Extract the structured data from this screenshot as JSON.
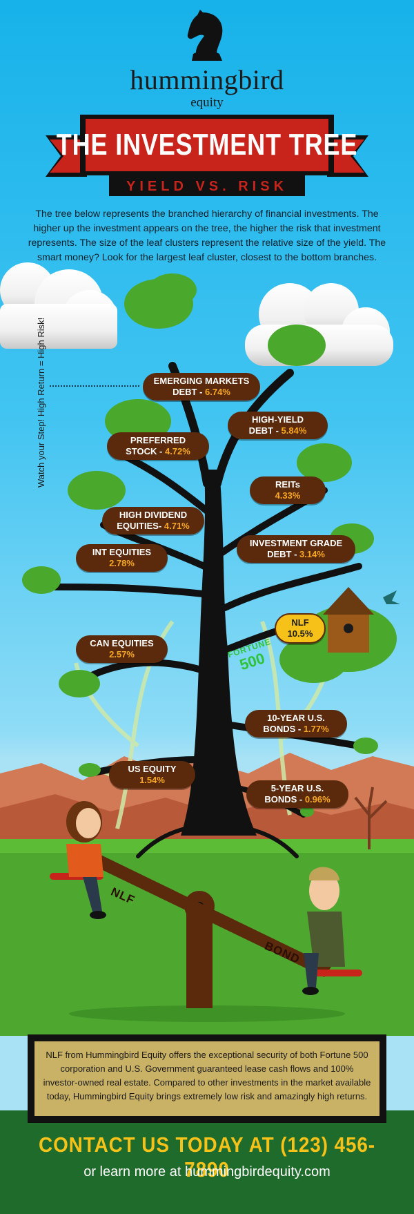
{
  "brand": {
    "name": "hummingbird",
    "sub": "equity",
    "logo": "knight-chess-icon"
  },
  "title": {
    "main": "THE INVESTMENT TREE",
    "subtitle": "YIELD VS. RISK"
  },
  "intro": "The tree below represents the branched hierarchy of financial investments. The higher up the investment appears on the tree, the higher the risk that investment represents. The size of the leaf clusters represent the relative size of the yield. The smart money? Look for the largest leaf cluster, closest to the bottom branches.",
  "side_note": "Watch your Step! High Return = High Risk!",
  "investments": [
    {
      "name": "EMERGING MARKETS",
      "name2": "DEBT - ",
      "yield": "6.74%"
    },
    {
      "name": "HIGH-YIELD",
      "name2": "DEBT - ",
      "yield": "5.84%"
    },
    {
      "name": "PREFERRED",
      "name2": "STOCK - ",
      "yield": "4.72%"
    },
    {
      "name": "REITs",
      "name2": "",
      "yield": "4.33%"
    },
    {
      "name": "HIGH DIVIDEND",
      "name2": "EQUITIES- ",
      "yield": "4.71%"
    },
    {
      "name": "INVESTMENT GRADE",
      "name2": "DEBT - ",
      "yield": "3.14%"
    },
    {
      "name": "INT EQUITIES",
      "name2": "",
      "yield": "2.78%"
    },
    {
      "name": "NLF",
      "name2": "",
      "yield": "10.5%"
    },
    {
      "name": "CAN EQUITIES",
      "name2": "",
      "yield": "2.57%"
    },
    {
      "name": "10-YEAR U.S.",
      "name2": "BONDS - ",
      "yield": "1.77%"
    },
    {
      "name": "US EQUITY",
      "name2": "",
      "yield": "1.54%"
    },
    {
      "name": "5-YEAR U.S.",
      "name2": "BONDS - ",
      "yield": "0.96%"
    }
  ],
  "fortune": {
    "line1": "FORTUNE",
    "line2": "500"
  },
  "seesaw": {
    "left": "NLF",
    "right": "BOND"
  },
  "info": "NLF from Hummingbird Equity offers the exceptional security of both Fortune 500 corporation and U.S. Government guaranteed lease cash flows and 100% investor-owned real estate. Compared to other investments in the market available today, Hummingbird Equity brings extremely low risk and amazingly high returns.",
  "contact": {
    "cta": "CONTACT US TODAY AT (123) 456-7890",
    "learn": "or learn more at hummingbirdequity.com"
  },
  "colors": {
    "sky": "#29b9ef",
    "ribbon": "#c8241c",
    "bark": "#5b2a0d",
    "yield": "#f7a823",
    "grass": "#4ea82f",
    "cta": "#f6c21a"
  }
}
